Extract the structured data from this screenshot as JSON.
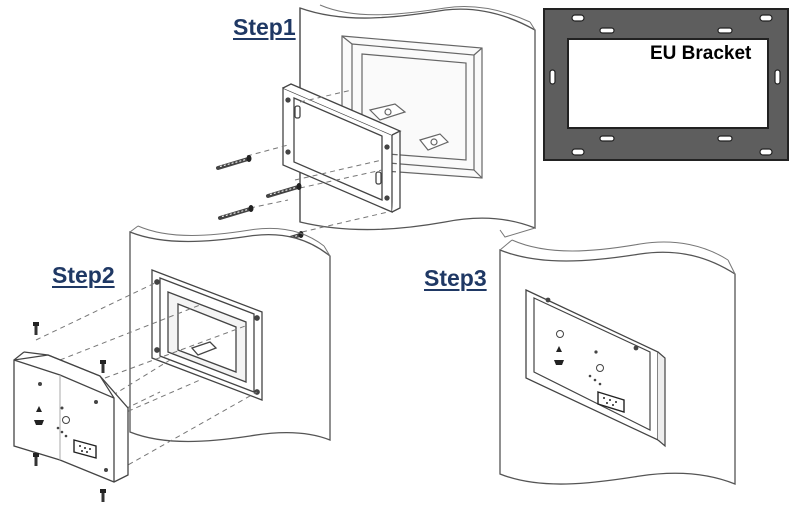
{
  "labels": {
    "step1": "Step1",
    "step2": "Step2",
    "step3": "Step3",
    "eu_bracket": "EU Bracket"
  },
  "colors": {
    "step_label": "#1f3864",
    "bracket_fill": "#5e5e5e",
    "line": "#555555",
    "wall_fill": "#ffffff"
  },
  "icons": [
    "screw-icon",
    "mounting-hole-icon",
    "d-sub-connector-icon"
  ]
}
